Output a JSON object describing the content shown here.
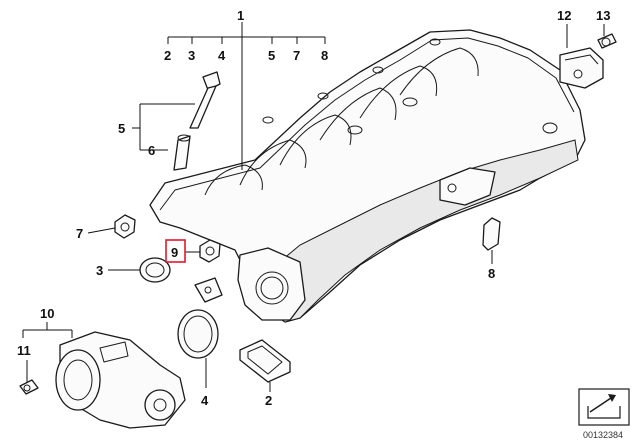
{
  "callouts": {
    "c1": "1",
    "c2a": "2",
    "c3a": "3",
    "c4a": "4",
    "c5a": "5",
    "c7a": "7",
    "c8a": "8",
    "c5": "5",
    "c6": "6",
    "c7": "7",
    "c9": "9",
    "c3": "3",
    "c8": "8",
    "c10": "10",
    "c11": "11",
    "c4": "4",
    "c2": "2",
    "c12": "12",
    "c13": "13"
  },
  "highlight_color": "#e0182d",
  "diagram_id": "00132384",
  "icons": {
    "corner": "arrow-folder-icon"
  }
}
